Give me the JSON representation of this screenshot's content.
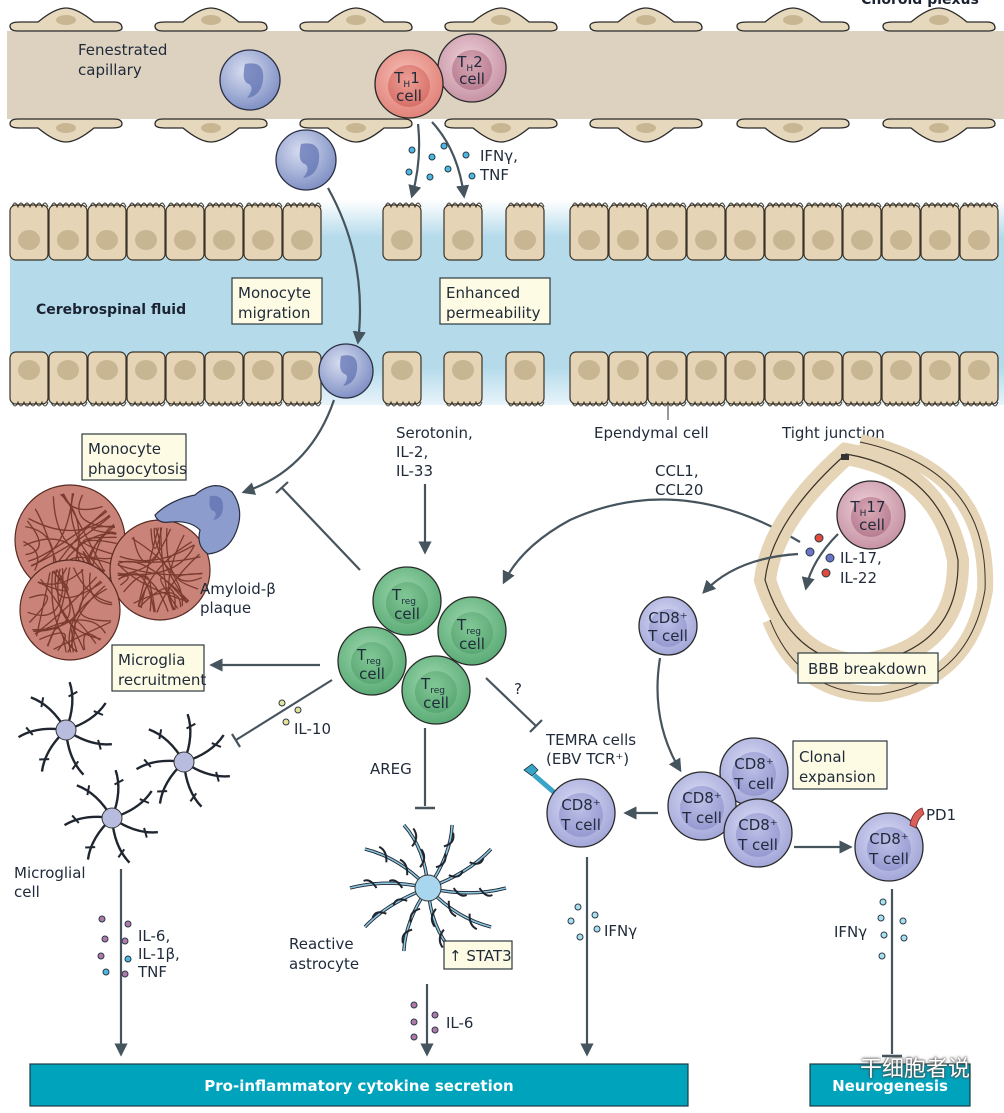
{
  "title": "Choroid plexus",
  "regions": {
    "capillary_label": [
      "Fenestrated",
      "capillary"
    ],
    "csf_label": "Cerebrospinal fluid",
    "ependymal_label": "Ependymal cell",
    "tight_junction_label": "Tight junction"
  },
  "cells": {
    "th1": {
      "main": "T",
      "sub": "H",
      "num": "1",
      "line2": "cell"
    },
    "th2": {
      "main": "T",
      "sub": "H",
      "num": "2",
      "line2": "cell"
    },
    "th17": {
      "main": "T",
      "sub": "H",
      "num": "17",
      "line2": "cell"
    },
    "treg": {
      "main": "T",
      "sub": "reg",
      "line2": "cell"
    },
    "cd8": {
      "line1": "CD8⁺",
      "line2": "T cell"
    }
  },
  "cytokines": {
    "th1_secretion": [
      "IFNγ,",
      "TNF"
    ],
    "treg_inputs": [
      "Serotonin,",
      "IL-2,",
      "IL-33"
    ],
    "chemokines": [
      "CCL1,",
      "CCL20"
    ],
    "th17_secretion": [
      "IL-17,",
      "IL-22"
    ],
    "il10": "IL-10",
    "areg": "AREG",
    "microglia_secretion": [
      "IL-6,",
      "IL-1β,",
      "TNF"
    ],
    "astrocyte_secretion": "IL-6",
    "temra_secretion": "IFNγ",
    "pd1_secretion": "IFNγ",
    "question": "?"
  },
  "boxes": {
    "monocyte_migration": [
      "Monocyte",
      "migration"
    ],
    "enhanced_permeability": [
      "Enhanced",
      "permeability"
    ],
    "monocyte_phagocytosis": [
      "Monocyte",
      "phagocytosis"
    ],
    "microglia_recruitment": [
      "Microglia",
      "recruitment"
    ],
    "bbb_breakdown": "BBB breakdown",
    "clonal_expansion": [
      "Clonal",
      "expansion"
    ],
    "stat3": "↑ STAT3"
  },
  "labels": {
    "amyloid": [
      "Amyloid-β",
      "plaque"
    ],
    "microglial_cell": [
      "Microglial",
      "cell"
    ],
    "reactive_astrocyte": [
      "Reactive",
      "astrocyte"
    ],
    "temra": [
      "TEMRA cells",
      "(EBV TCR⁺)"
    ],
    "pd1": "PD1"
  },
  "outcomes": {
    "proinflammatory": "Pro-inflammatory cytokine secretion",
    "neurogenesis": "Neurogenesis"
  },
  "watermark": "干细胞者说",
  "colors": {
    "banner": "#00a3bc",
    "csf": "#b5dbeb",
    "capillary": "#ddd2bf",
    "treg": "#5fb57e",
    "cd8": "#a9acdc",
    "monocyte": "#8c9ccc",
    "th1": "#e48a84",
    "th2": "#c78a9e",
    "box": "#fdfbe3"
  }
}
